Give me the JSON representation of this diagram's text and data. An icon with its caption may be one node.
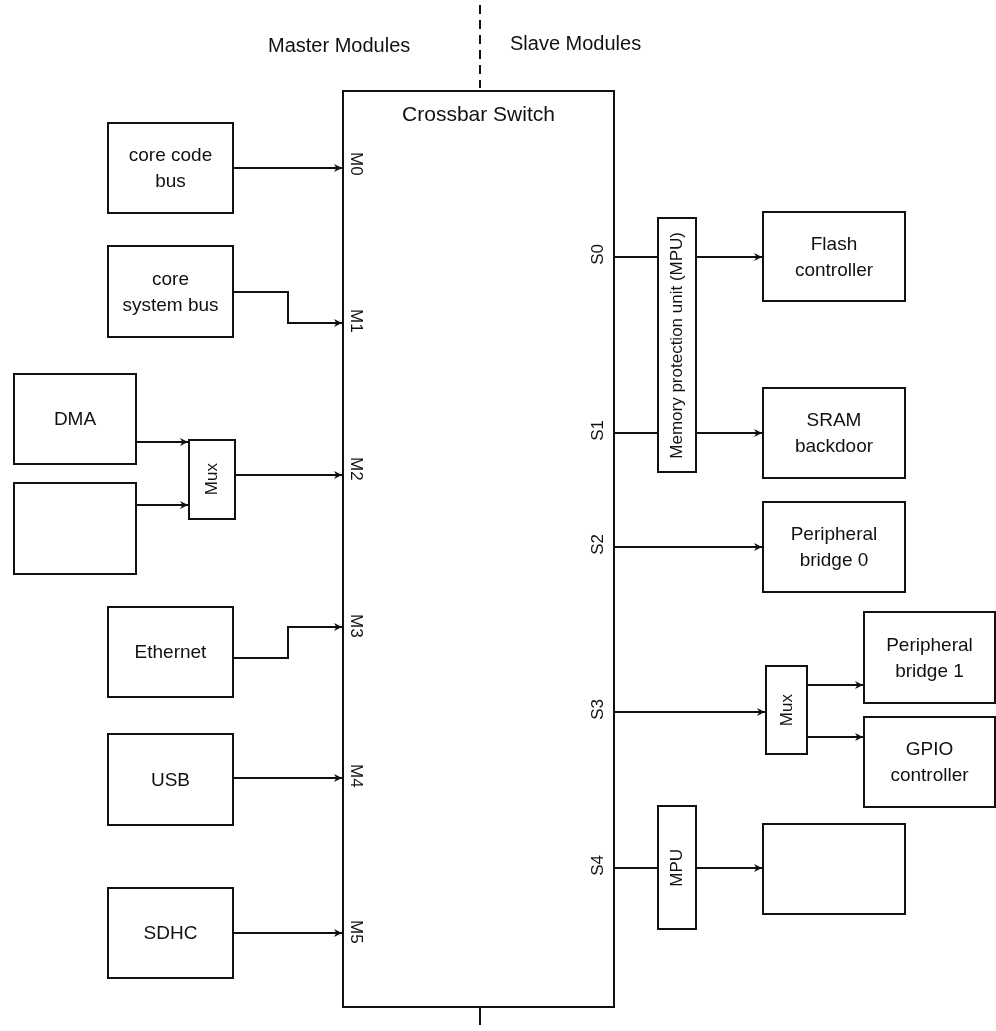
{
  "diagram": {
    "nodes": [
      {
        "text": [
          "Crossbar Switch"
        ]
      },
      {
        "text": [
          "core code bus"
        ]
      },
      {
        "text": [
          "core system bus"
        ]
      },
      {
        "text": [
          "DMA"
        ]
      },
      {
        "text": [],
        "shape": "box"
      },
      {
        "text": [
          "Mux"
        ]
      },
      {
        "text": [
          "Ethernet"
        ]
      },
      {
        "text": [
          "USB"
        ]
      },
      {
        "text": [
          "SDHC"
        ]
      },
      {
        "text": [
          "Memory protection unit (MPU)"
        ]
      },
      {
        "text": [
          "Flash controller"
        ]
      },
      {
        "text": [
          "SRAM backdoor"
        ]
      },
      {
        "text": [
          "Peripheral bridge 0"
        ]
      },
      {
        "text": [
          "Mux"
        ]
      },
      {
        "text": [
          "Peripheral bridge 1"
        ]
      },
      {
        "text": [
          "GPIO controller"
        ]
      },
      {
        "text": [
          "MPU"
        ]
      },
      {
        "text": [],
        "shape": "box"
      }
    ],
    "edges": [
      {
        "from": 1,
        "to": 0,
        "arrow": "to"
      },
      {
        "from": 2,
        "to": 0,
        "arrow": "to"
      },
      {
        "from": 3,
        "to": 5,
        "arrow": "to"
      },
      {
        "from": 4,
        "to": 5,
        "arrow": "to"
      },
      {
        "from": 5,
        "to": 0,
        "arrow": "to"
      },
      {
        "from": 6,
        "to": 0,
        "arrow": "to"
      },
      {
        "from": 7,
        "to": 0,
        "arrow": "to"
      },
      {
        "from": 8,
        "to": 0,
        "arrow": "to"
      },
      {
        "from": 0,
        "to": 9,
        "arrow": "none"
      },
      {
        "from": 0,
        "to": 9,
        "arrow": "none"
      },
      {
        "from": 9,
        "to": 10,
        "arrow": "to"
      },
      {
        "from": 9,
        "to": 11,
        "arrow": "to"
      },
      {
        "from": 0,
        "to": 12,
        "arrow": "to"
      },
      {
        "from": 0,
        "to": 13,
        "arrow": "to"
      },
      {
        "from": 13,
        "to": 14,
        "arrow": "to"
      },
      {
        "from": 13,
        "to": 15,
        "arrow": "to"
      },
      {
        "from": 0,
        "to": 16,
        "arrow": "none"
      },
      {
        "from": 16,
        "to": 17,
        "arrow": "to"
      }
    ],
    "labels": [
      "Master Modules",
      "Slave Modules",
      "M0",
      "M1",
      "M2",
      "M3",
      "M4",
      "M5",
      "S0",
      "S1",
      "S2",
      "S3",
      "S4"
    ]
  }
}
